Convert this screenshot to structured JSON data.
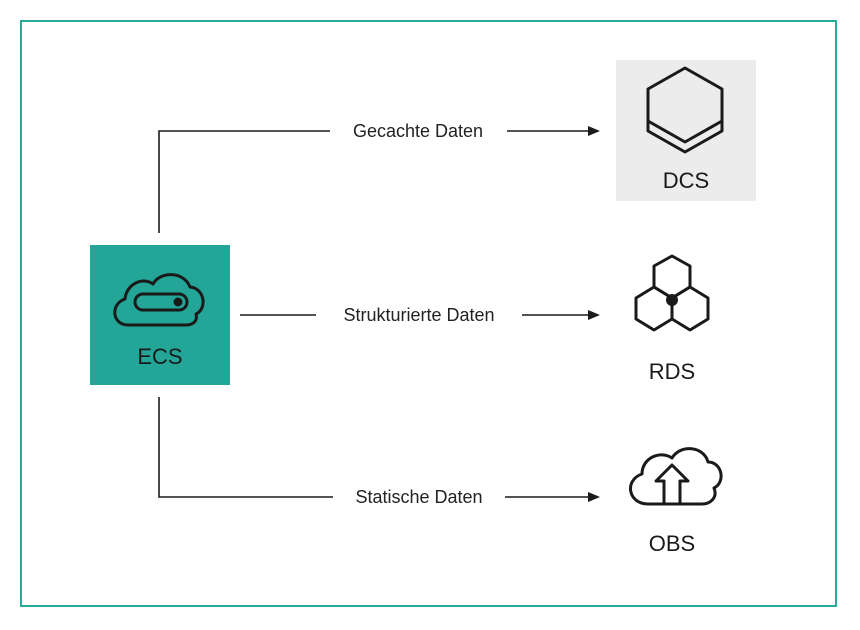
{
  "colors": {
    "frame": "#2aa89a",
    "ecs_fill": "#23a697",
    "dcs_fill": "#ececec",
    "line": "#1a1a1a"
  },
  "nodes": {
    "ecs": {
      "label": "ECS",
      "icon": "cloud-server-icon"
    },
    "dcs": {
      "label": "DCS",
      "icon": "hexagon-cube-icon"
    },
    "rds": {
      "label": "RDS",
      "icon": "honeycomb-icon"
    },
    "obs": {
      "label": "OBS",
      "icon": "cloud-upload-icon"
    }
  },
  "edges": {
    "cached": {
      "label": "Gecachte Daten"
    },
    "structured": {
      "label": "Strukturierte Daten"
    },
    "static": {
      "label": "Statische Daten"
    }
  }
}
